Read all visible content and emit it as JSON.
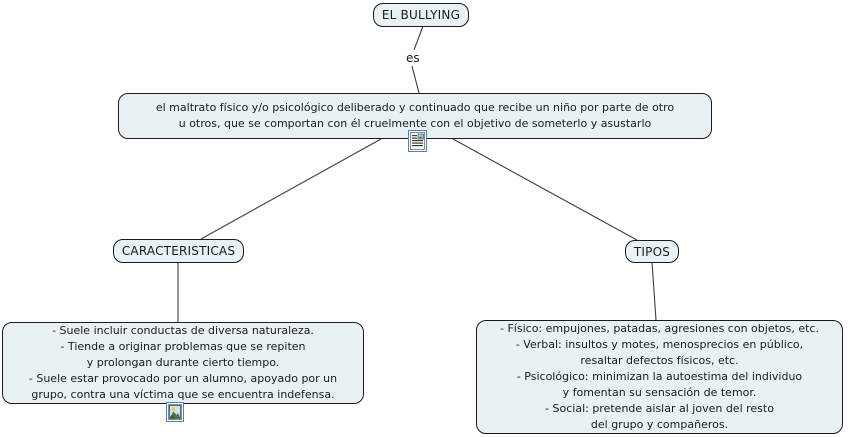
{
  "concept_map": {
    "root": {
      "label": "EL BULLYING"
    },
    "link_label": "es",
    "definition": {
      "lines": [
        "el maltrato físico y/o psicológico deliberado y continuado que recibe un niño por parte de otro",
        "u otros, que se comportan con él cruelmente con el objetivo de someterlo y asustarlo"
      ]
    },
    "caracteristicas": {
      "label": "CARACTERISTICAS",
      "detail_lines": [
        "- Suele incluir conductas de diversa naturaleza.",
        "- Tiende a originar problemas que se repiten",
        "y prolongan durante cierto tiempo.",
        "- Suele estar provocado por un alumno, apoyado por un",
        "grupo, contra una víctima que se encuentra indefensa."
      ]
    },
    "tipos": {
      "label": "TIPOS",
      "detail_lines": [
        "- Físico: empujones, patadas, agresiones con objetos, etc.",
        "- Verbal: insultos y motes, menosprecios en público,",
        "resaltar defectos físicos, etc.",
        "- Psicológico: minimizan la autoestima del individuo",
        "y fomentan su sensación de temor.",
        "- Social: pretende aislar al joven del resto",
        "del grupo y compañeros."
      ]
    },
    "icons": {
      "definition_resource": "document-with-image-icon",
      "caracteristicas_resource": "image-icon"
    },
    "colors": {
      "node_fill": "#e8f1f4",
      "node_border": "#1c1c1c",
      "connector": "#3c3c3c",
      "icon_border": "#4f81bd"
    }
  }
}
